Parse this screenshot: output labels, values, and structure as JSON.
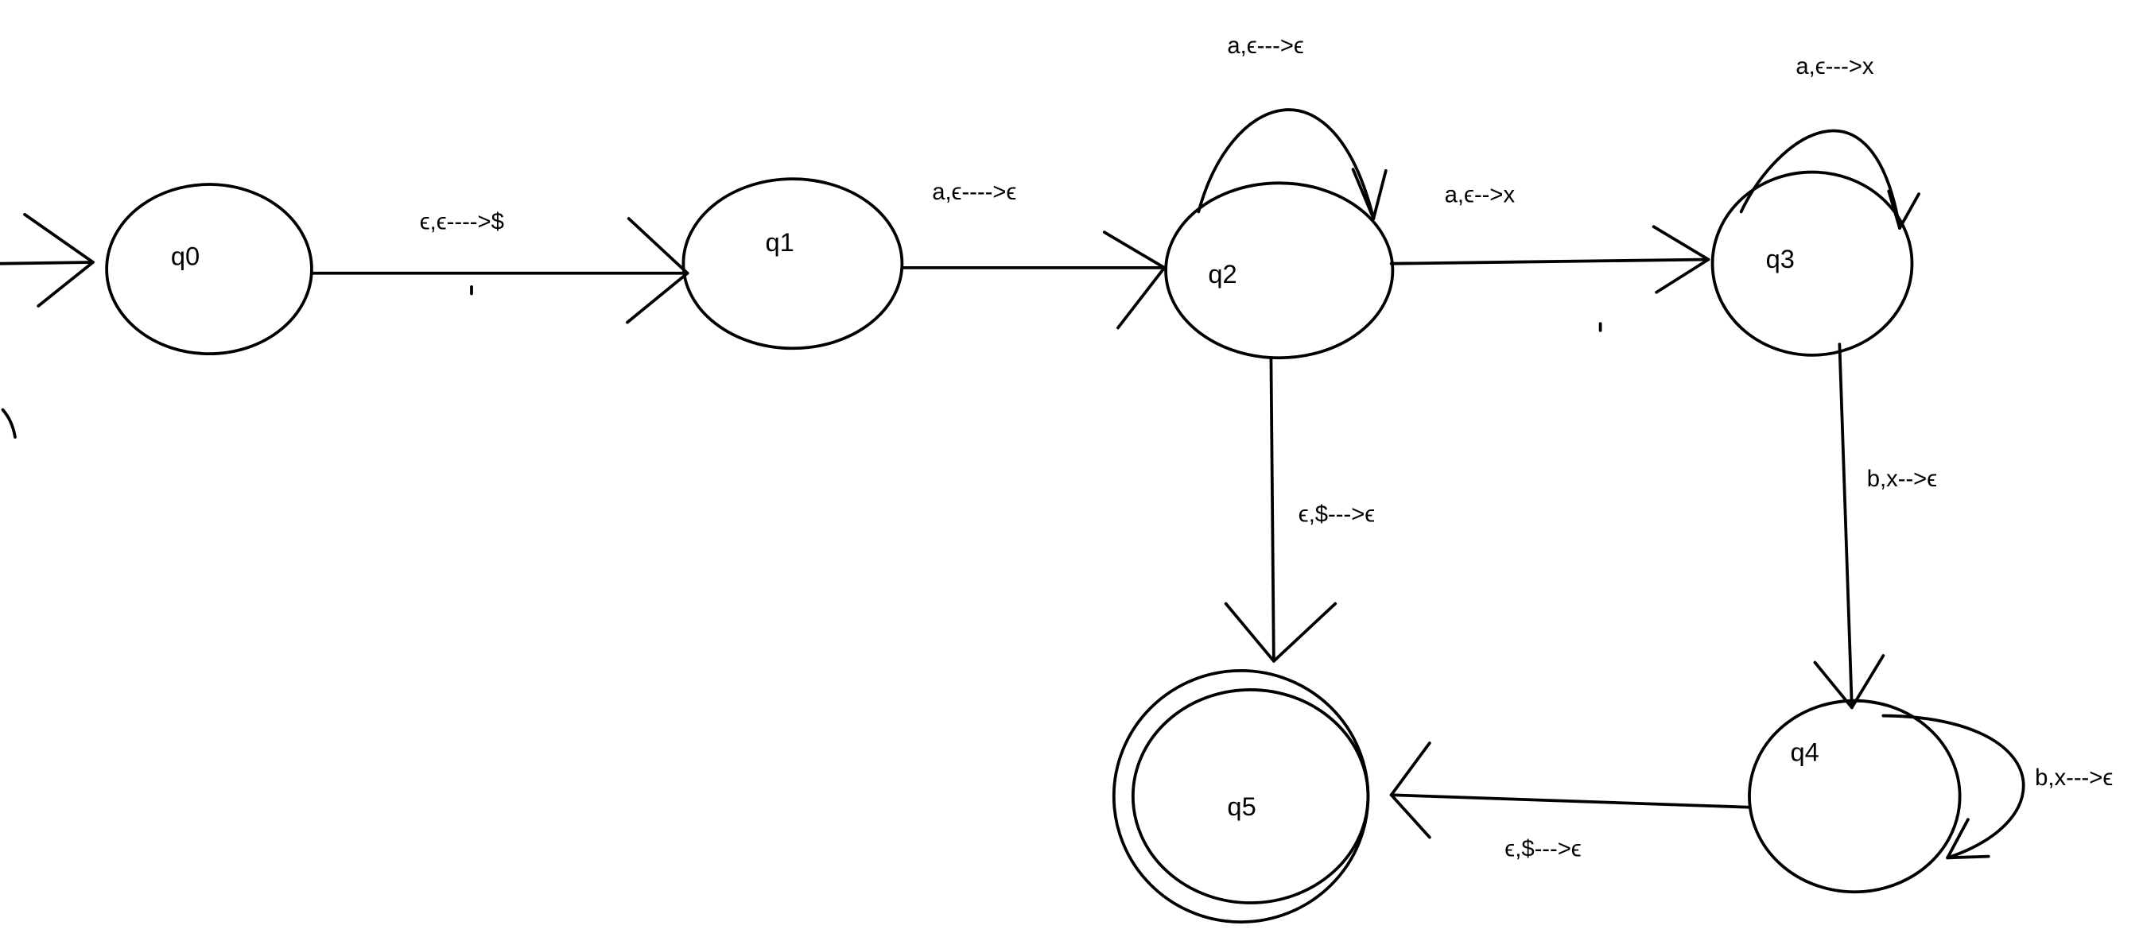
{
  "diagram": {
    "type": "pushdown-automaton",
    "colors": {
      "stroke": "#000000",
      "background": "#ffffff"
    },
    "start_state": "q0",
    "accept_states": [
      "q5"
    ],
    "states": [
      {
        "id": "q0",
        "label": "q0"
      },
      {
        "id": "q1",
        "label": "q1"
      },
      {
        "id": "q2",
        "label": "q2"
      },
      {
        "id": "q3",
        "label": "q3"
      },
      {
        "id": "q4",
        "label": "q4"
      },
      {
        "id": "q5",
        "label": "q5"
      }
    ],
    "transitions": [
      {
        "from": "q0",
        "to": "q1",
        "label": "ϵ,ϵ---->$"
      },
      {
        "from": "q1",
        "to": "q2",
        "label": "a,ϵ---->ϵ"
      },
      {
        "from": "q2",
        "to": "q2",
        "label": "a,ϵ--->ϵ"
      },
      {
        "from": "q2",
        "to": "q3",
        "label": "a,ϵ-->x"
      },
      {
        "from": "q3",
        "to": "q3",
        "label": "a,ϵ--->x"
      },
      {
        "from": "q3",
        "to": "q4",
        "label": "b,x-->ϵ"
      },
      {
        "from": "q4",
        "to": "q4",
        "label": "b,x--->ϵ"
      },
      {
        "from": "q4",
        "to": "q5",
        "label": "ϵ,$--->ϵ"
      },
      {
        "from": "q2",
        "to": "q5",
        "label": "ϵ,$--->ϵ"
      }
    ]
  }
}
